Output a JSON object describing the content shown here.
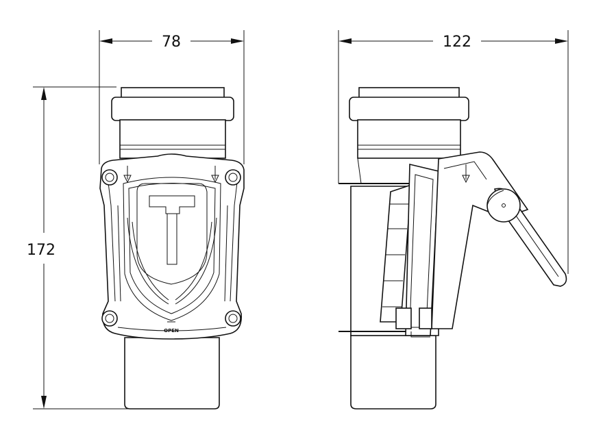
{
  "dimensions": {
    "front_width": "78",
    "side_width": "122",
    "height": "172"
  },
  "labels": {
    "open_marking": "OPEN"
  }
}
